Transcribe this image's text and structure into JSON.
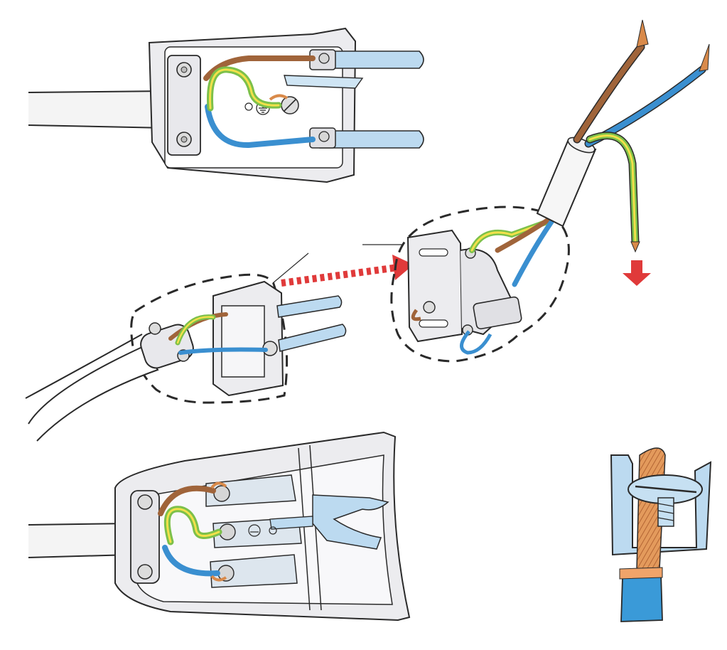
{
  "diagram": {
    "panels": [
      {
        "name": "top-plug-wired"
      },
      {
        "name": "middle-plug-assembly"
      },
      {
        "name": "bottom-connector-wired"
      },
      {
        "name": "terminal-clamp-detail"
      }
    ],
    "colors": {
      "live_wire": "#a0643a",
      "neutral_wire": "#3a8fd0",
      "earth_wire_green": "#7cc04a",
      "earth_wire_yellow": "#f2e14a",
      "metal_pin": "#bcdaf0",
      "body_grey": "#ececef",
      "outline": "#2a2a2a",
      "arrow_red": "#e03a3a",
      "copper": "#d98a4a"
    },
    "symbols": [
      "earth-symbol"
    ]
  }
}
